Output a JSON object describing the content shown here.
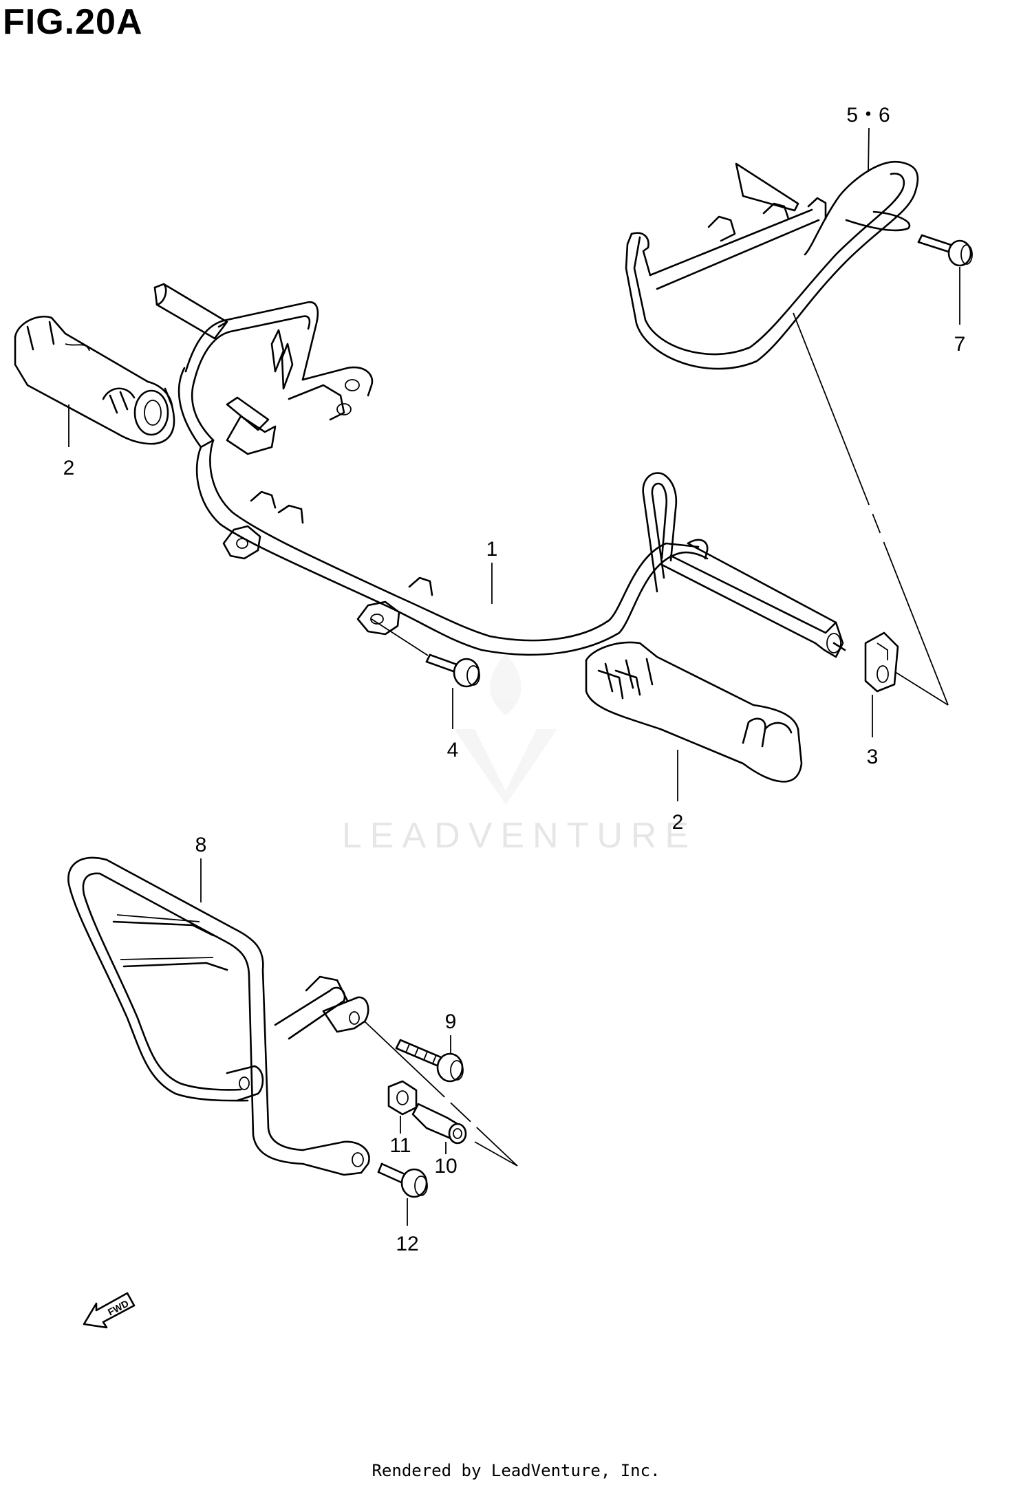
{
  "figure": {
    "title": "FIG.20A",
    "footer": "Rendered by LeadVenture, Inc.",
    "watermark": "LEADVENTURE"
  },
  "callouts": {
    "c1": "1",
    "c2a": "2",
    "c2b": "2",
    "c3": "3",
    "c4": "4",
    "c56": "5・6",
    "c7": "7",
    "c8": "8",
    "c9": "9",
    "c10": "10",
    "c11": "11",
    "c12": "12"
  },
  "fwd_label": "FWD",
  "icons": {
    "fwd": "fwd-arrow-icon",
    "watermark": "leadventure-logo-icon"
  }
}
